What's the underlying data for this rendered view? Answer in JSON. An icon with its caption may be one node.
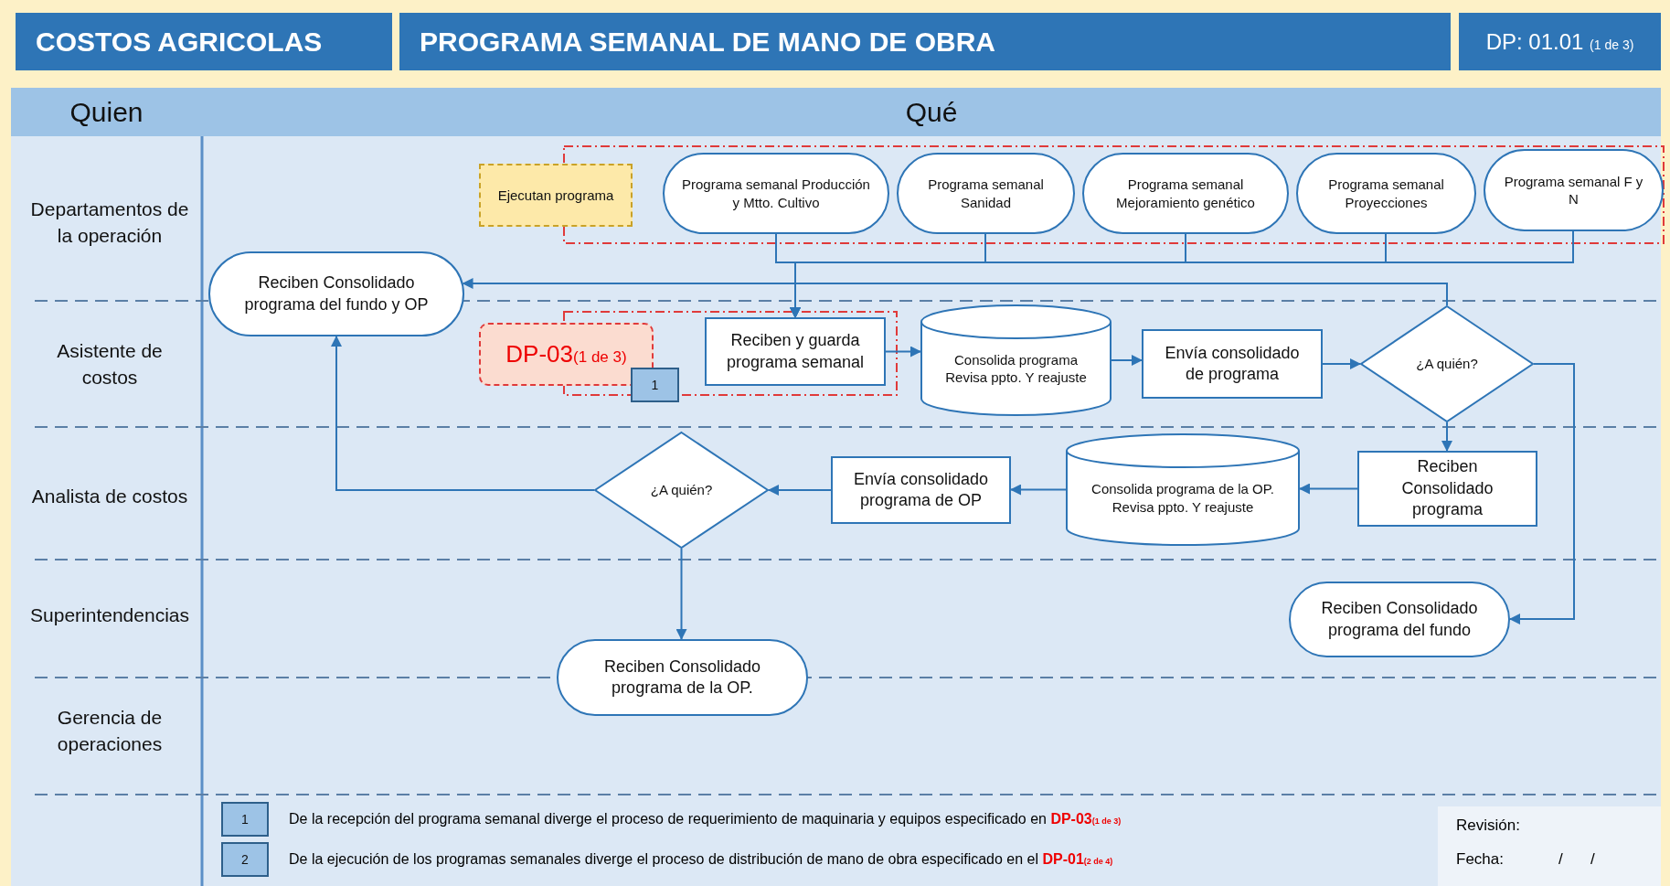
{
  "diagram": {
    "title": "PROGRAMA SEMANAL DE MANO DE OBRA",
    "nodes": [
      {
        "text": [
          "Ejecutan programa"
        ]
      },
      {
        "text": [
          "Programa semanal Producción y Mtto. Cultivo"
        ]
      },
      {
        "text": [
          "Programa semanal Sanidad"
        ]
      },
      {
        "text": [
          "Programa semanal Mejoramiento genético"
        ]
      },
      {
        "text": [
          "Programa semanal Proyecciones"
        ]
      },
      {
        "text": [
          "Programa semanal F y N"
        ]
      },
      {
        "text": [
          "Reciben Consolidado programa del fundo y OP"
        ]
      },
      {
        "text": [
          "DP-03$_{(1 de 3)}$"
        ]
      },
      {
        "text": [
          "1"
        ]
      },
      {
        "text": [
          "Reciben y guarda programa semanal"
        ]
      },
      {
        "text": [
          "Consolida programa Revisa ppto. Y reajuste"
        ]
      },
      {
        "text": [
          "Envía consolidado de programa"
        ]
      },
      {
        "text": [
          "¿A quién?"
        ]
      },
      {
        "text": [
          "Reciben Consolidado programa"
        ]
      },
      {
        "text": [
          "Consolida programa de la OP. Revisa ppto. Y reajuste"
        ]
      },
      {
        "text": [
          "Envía consolidado programa de OP"
        ]
      },
      {
        "text": [
          "¿A quién?"
        ]
      },
      {
        "text": [
          "Reciben Consolidado programa del fundo"
        ]
      },
      {
        "text": [
          "Reciben Consolidado programa de la OP."
        ]
      },
      {
        "text": [
          "1"
        ]
      },
      {
        "text": [
          "2"
        ]
      }
    ],
    "edges": [
      {
        "from": 1,
        "to": 9,
        "arrow": "to"
      },
      {
        "from": 2,
        "to": 9,
        "arrow": "to"
      },
      {
        "from": 3,
        "to": 9,
        "arrow": "to"
      },
      {
        "from": 4,
        "to": 9,
        "arrow": "to"
      },
      {
        "from": 5,
        "to": 9,
        "arrow": "to"
      },
      {
        "from": 9,
        "to": 10,
        "arrow": "to"
      },
      {
        "from": 10,
        "to": 11,
        "arrow": "to"
      },
      {
        "from": 11,
        "to": 12,
        "arrow": "to"
      },
      {
        "from": 12,
        "to": 6,
        "arrow": "to"
      },
      {
        "from": 12,
        "to": 13,
        "arrow": "to"
      },
      {
        "from": 12,
        "to": 17,
        "arrow": "to"
      },
      {
        "from": 13,
        "to": 14,
        "arrow": "to"
      },
      {
        "from": 14,
        "to": 15,
        "arrow": "to"
      },
      {
        "from": 15,
        "to": 16,
        "arrow": "to"
      },
      {
        "from": 16,
        "to": 6,
        "arrow": "to"
      },
      {
        "from": 16,
        "to": 18,
        "arrow": "to"
      }
    ],
    "labels": [
      "COSTOS AGRICOLAS",
      "DP: 01.01 $_{(1 de 3)}$",
      "Quien",
      "Qué",
      "Departamentos de la operación",
      "Asistente de costos",
      "Analista de costos",
      "Superintendencias",
      "Gerencia de operaciones",
      "De la recepción del programa semanal diverge el proceso de requerimiento de maquinaria y equipos especificado en **DP-03**$_{(1 de 3)}$",
      "De la ejecución de los programas semanales diverge el proceso de distribución de mano de obra especificado en el **DP-01**$_{(2 de 4)}$",
      "Revisión:",
      "Fecha:",
      "/",
      "/"
    ]
  }
}
